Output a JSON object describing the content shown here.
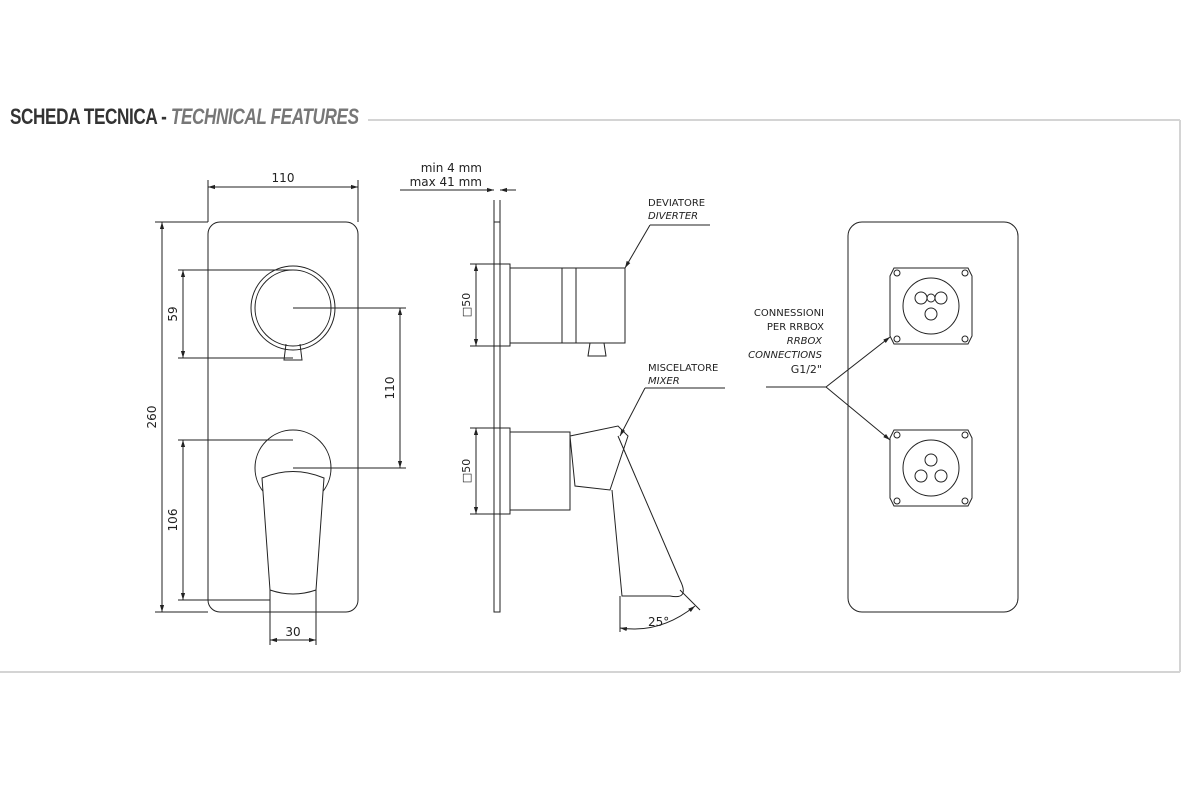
{
  "header": {
    "title_it": "SCHEDA TECNICA",
    "separator": " - ",
    "title_en": "TECHNICAL FEATURES"
  },
  "front_view": {
    "width_label": "110",
    "height_label": "260",
    "diverter_height_label": "59",
    "axis_distance_label": "110",
    "mixer_height_label": "106",
    "lever_width_label": "30"
  },
  "side_view": {
    "thickness_min": "min 4 mm",
    "thickness_max": "max 41 mm",
    "diverter_square": "□50",
    "mixer_square": "□50",
    "diverter_it": "DEVIATORE",
    "diverter_en": "DIVERTER",
    "mixer_it": "MISCELATORE",
    "mixer_en": "MIXER",
    "angle_label": "25°"
  },
  "back_view": {
    "connections_line1": "CONNESSIONI",
    "connections_line2": "PER RRBOX",
    "connections_line3": "RRBOX",
    "connections_line4": "CONNECTIONS",
    "connections_thread": "G1/2\""
  }
}
